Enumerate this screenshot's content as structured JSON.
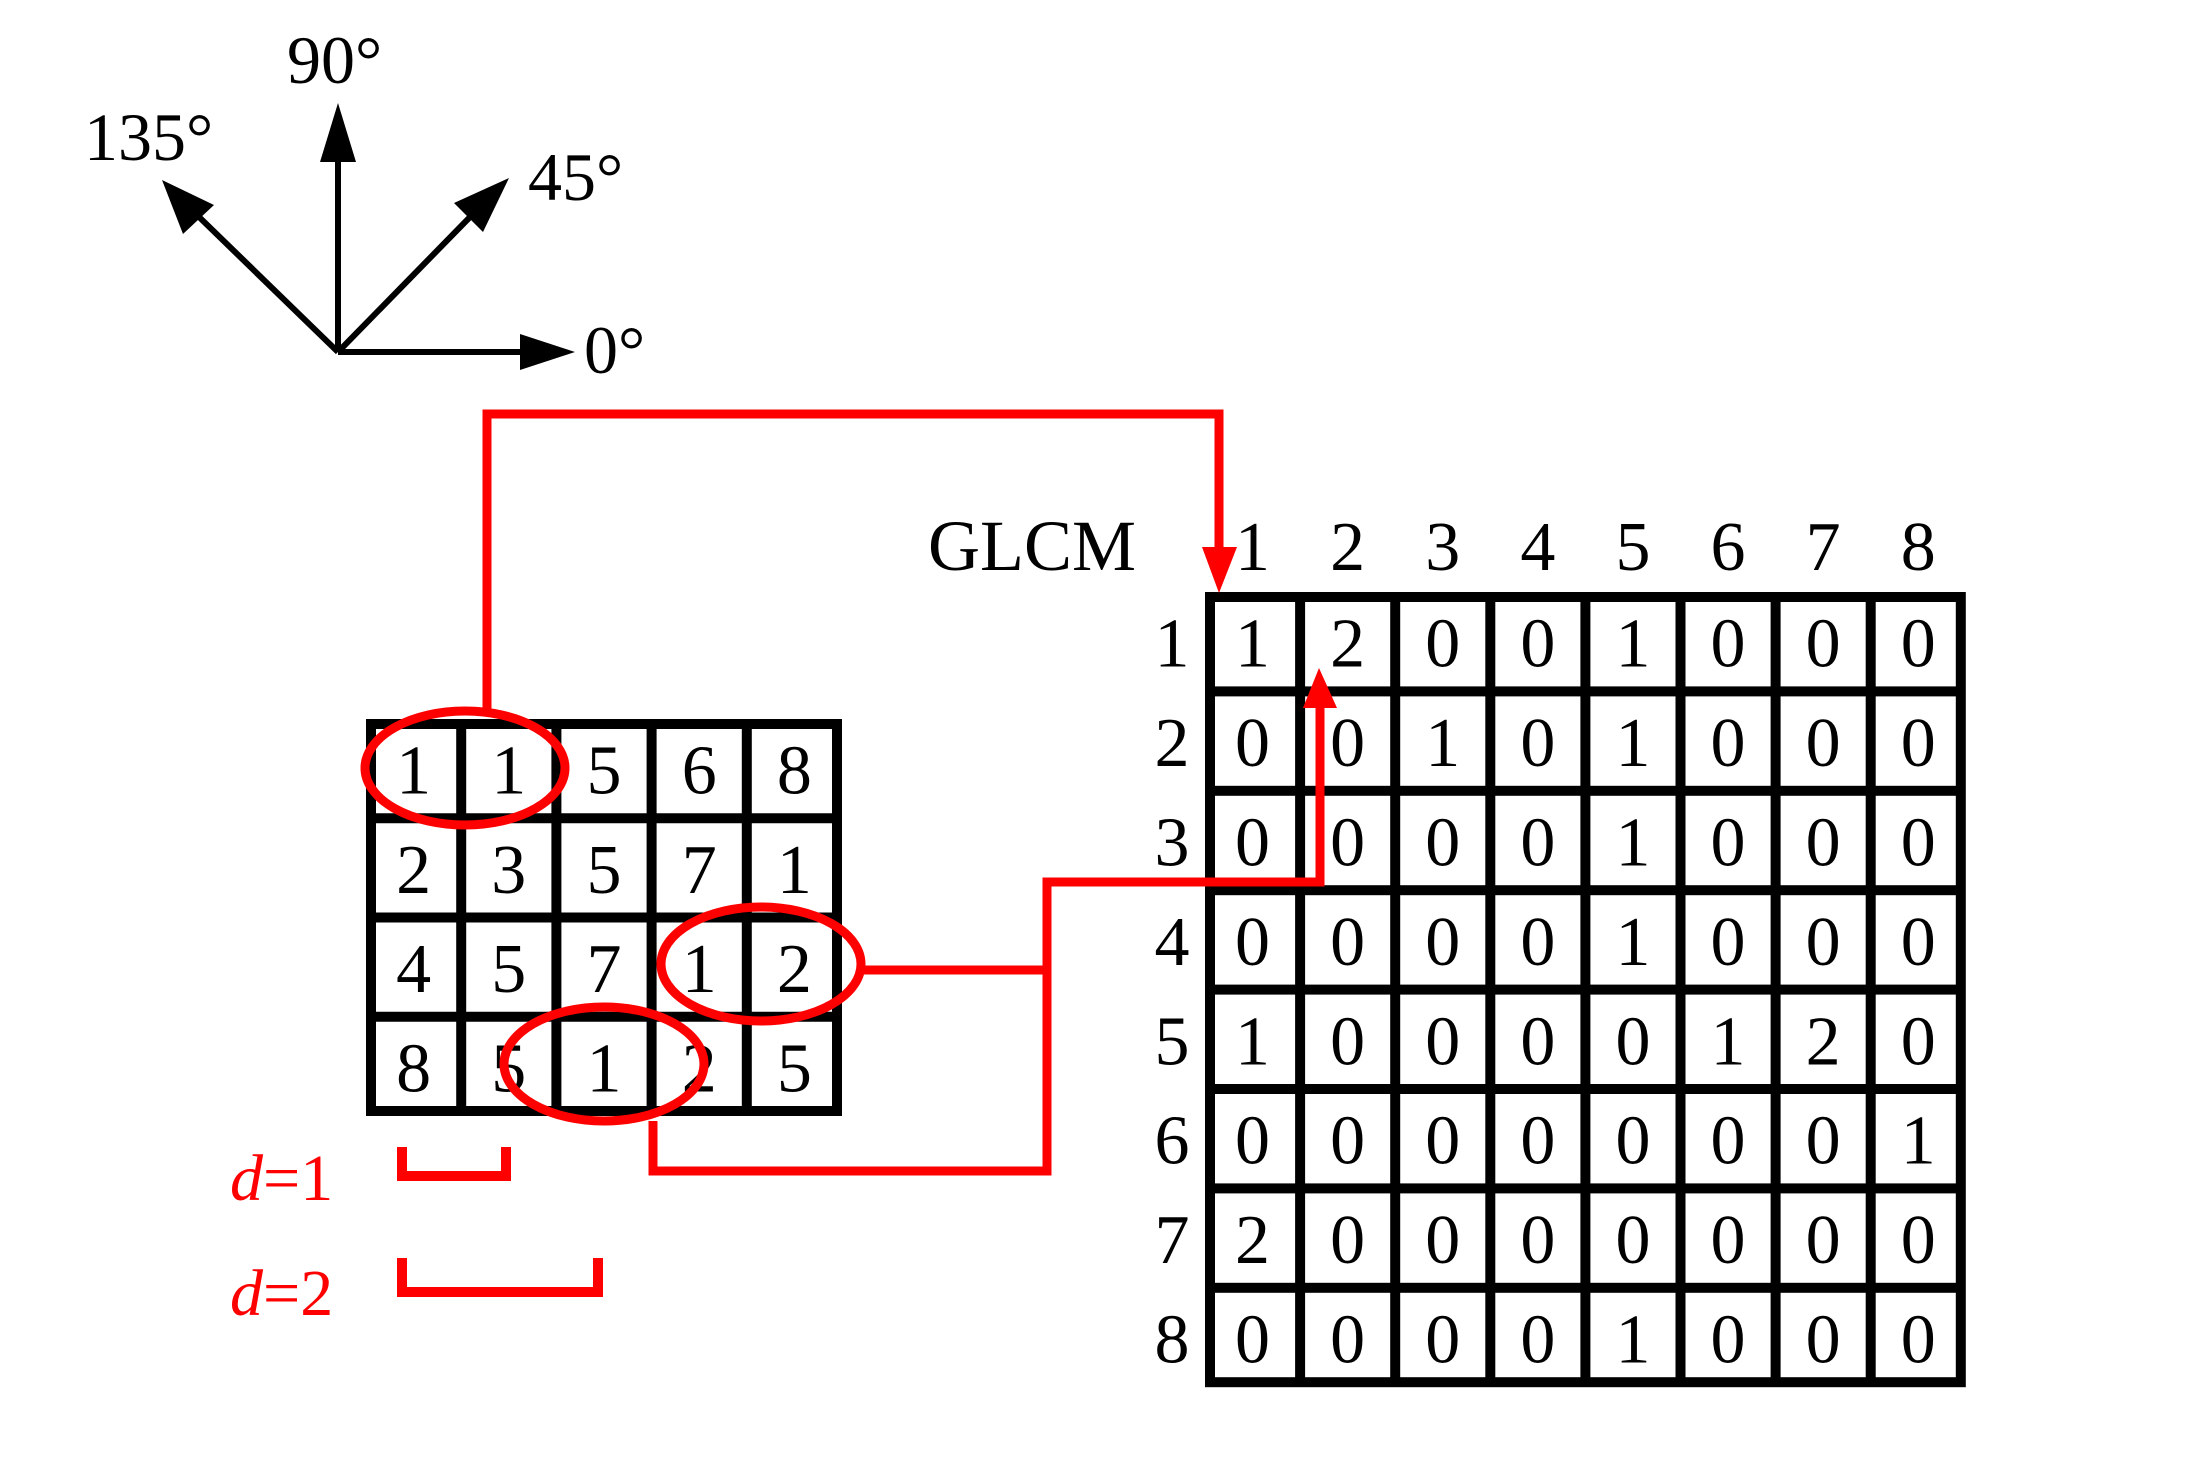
{
  "compass": {
    "labels": {
      "deg0": "0°",
      "deg45": "45°",
      "deg90": "90°",
      "deg135": "135°"
    }
  },
  "image_matrix": {
    "values": [
      [
        1,
        1,
        5,
        6,
        8
      ],
      [
        2,
        3,
        5,
        7,
        1
      ],
      [
        4,
        5,
        7,
        1,
        2
      ],
      [
        8,
        5,
        1,
        2,
        5
      ]
    ],
    "highlighted_pairs": [
      {
        "row": 1,
        "cols": [
          1,
          2
        ],
        "pair": "(1,1)"
      },
      {
        "row": 3,
        "cols": [
          4,
          5
        ],
        "pair": "(1,2)"
      },
      {
        "row": 4,
        "cols": [
          3,
          4
        ],
        "pair": "(1,2)"
      }
    ]
  },
  "glcm": {
    "title": "GLCM",
    "col_headers": [
      "1",
      "2",
      "3",
      "4",
      "5",
      "6",
      "7",
      "8"
    ],
    "row_headers": [
      "1",
      "2",
      "3",
      "4",
      "5",
      "6",
      "7",
      "8"
    ],
    "values": [
      [
        1,
        2,
        0,
        0,
        1,
        0,
        0,
        0
      ],
      [
        0,
        0,
        1,
        0,
        1,
        0,
        0,
        0
      ],
      [
        0,
        0,
        0,
        0,
        1,
        0,
        0,
        0
      ],
      [
        0,
        0,
        0,
        0,
        1,
        0,
        0,
        0
      ],
      [
        1,
        0,
        0,
        0,
        0,
        1,
        2,
        0
      ],
      [
        0,
        0,
        0,
        0,
        0,
        0,
        0,
        1
      ],
      [
        2,
        0,
        0,
        0,
        0,
        0,
        0,
        0
      ],
      [
        0,
        0,
        0,
        0,
        1,
        0,
        0,
        0
      ]
    ],
    "arrow_targets": [
      {
        "from_pair": "(1,1)",
        "cell": [
          1,
          1
        ]
      },
      {
        "from_pair": "(1,2)",
        "cell": [
          1,
          2
        ]
      }
    ]
  },
  "distance_legend": [
    {
      "var": "d",
      "eq": "=1"
    },
    {
      "var": "d",
      "eq": "=2"
    }
  ],
  "colors": {
    "highlight": "#ff0000",
    "grid": "#000000"
  }
}
